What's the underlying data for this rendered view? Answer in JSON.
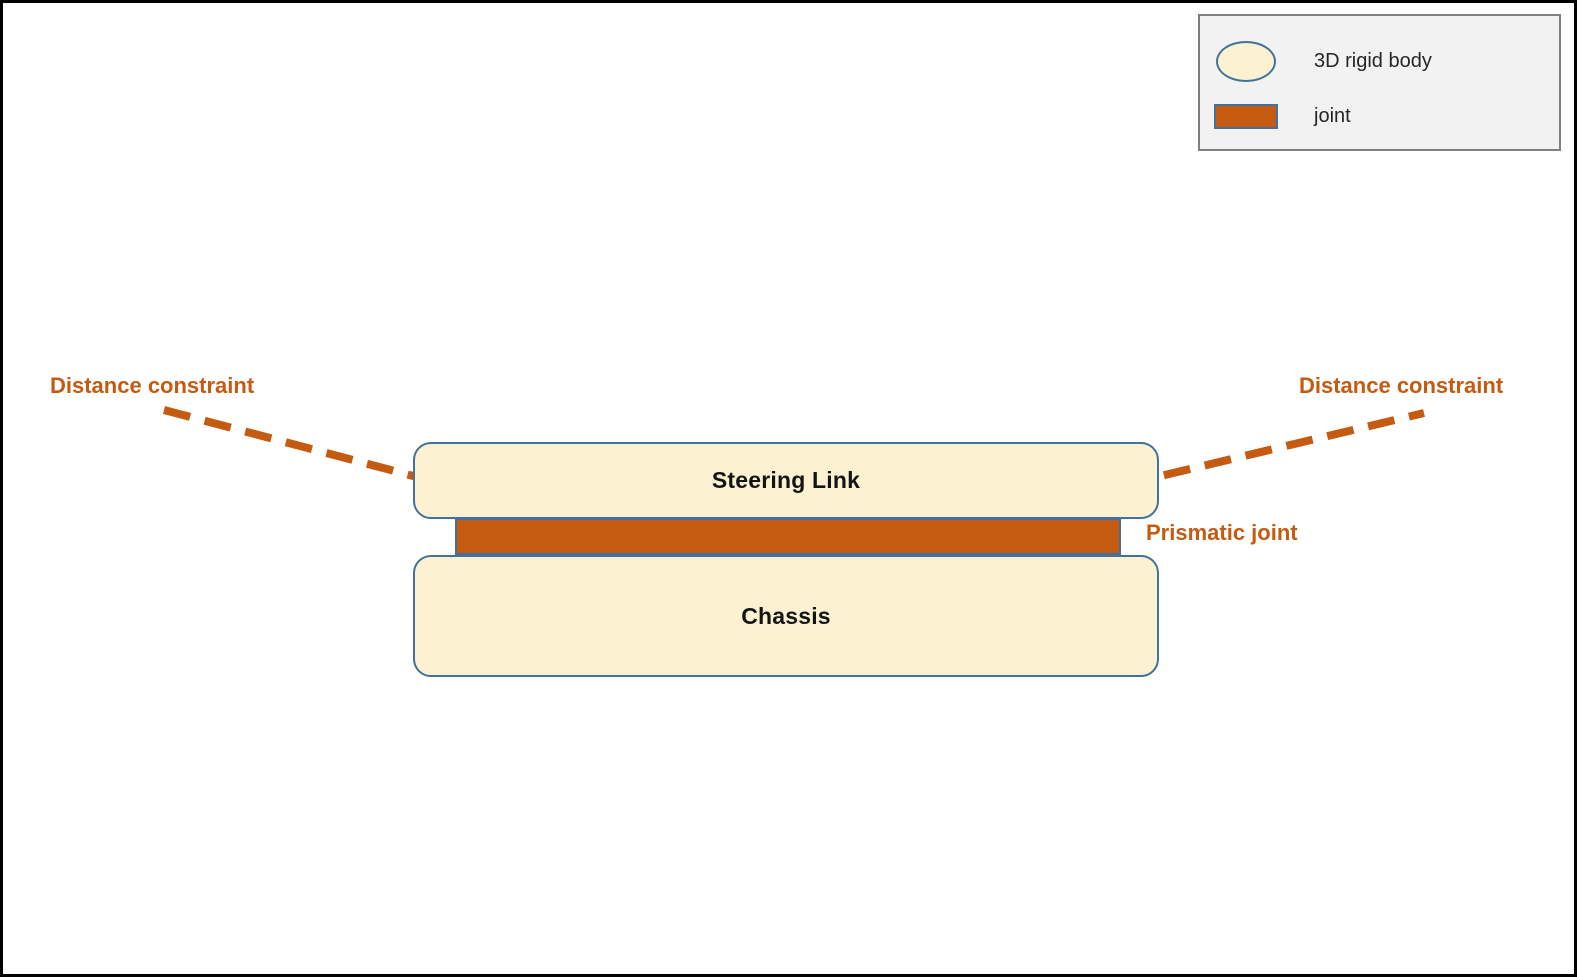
{
  "diagram": {
    "steering_link": "Steering Link",
    "chassis": "Chassis",
    "prismatic_joint": "Prismatic joint",
    "distance_constraint_left": "Distance constraint",
    "distance_constraint_right": "Distance constraint"
  },
  "legend": {
    "items": [
      {
        "icon": "rigid-body-ellipse",
        "label": "3D rigid body"
      },
      {
        "icon": "joint-swatch",
        "label": "joint"
      }
    ]
  },
  "colors": {
    "rigid_body_fill": "#FCF2D2",
    "shape_border_blue": "#41719C",
    "joint_orange": "#C55A11",
    "annotation_orange": "#C55A11",
    "legend_background": "#F2F2F2",
    "legend_border": "#7F7F7F",
    "outer_border": "#000000"
  }
}
